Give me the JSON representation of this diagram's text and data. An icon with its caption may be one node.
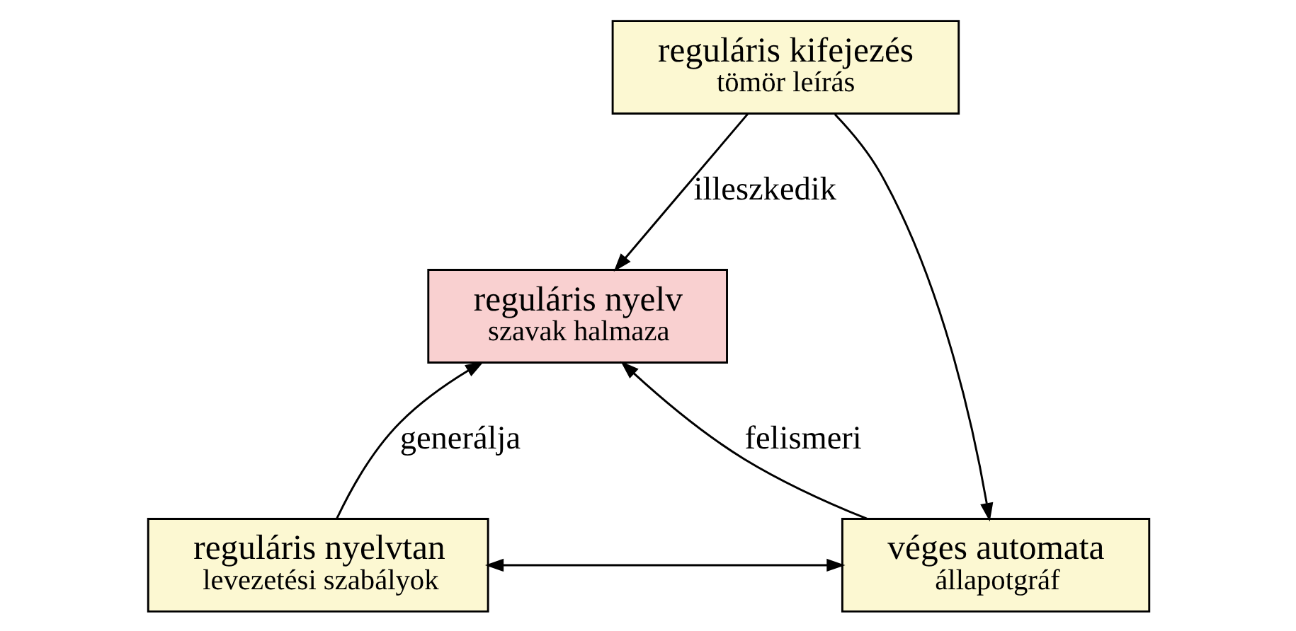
{
  "diagram": {
    "nodes": [
      {
        "text": [
          "reguláris kifejezés",
          "tömör leírás"
        ]
      },
      {
        "text": [
          "reguláris nyelv",
          "szavak halmaza"
        ]
      },
      {
        "text": [
          "reguláris nyelvtan",
          "levezetési szabályok"
        ]
      },
      {
        "text": [
          "véges automata",
          "állapotgráf"
        ]
      }
    ],
    "edges": [
      {
        "from": 0,
        "to": 1,
        "arrow": "to",
        "label": "illeszkedik"
      },
      {
        "from": 2,
        "to": 1,
        "arrow": "to",
        "label": "generálja"
      },
      {
        "from": 3,
        "to": 1,
        "arrow": "to",
        "label": "felismeri"
      },
      {
        "from": 0,
        "to": 3,
        "arrow": "to"
      },
      {
        "from": 2,
        "to": 3,
        "arrow": "both"
      }
    ]
  }
}
